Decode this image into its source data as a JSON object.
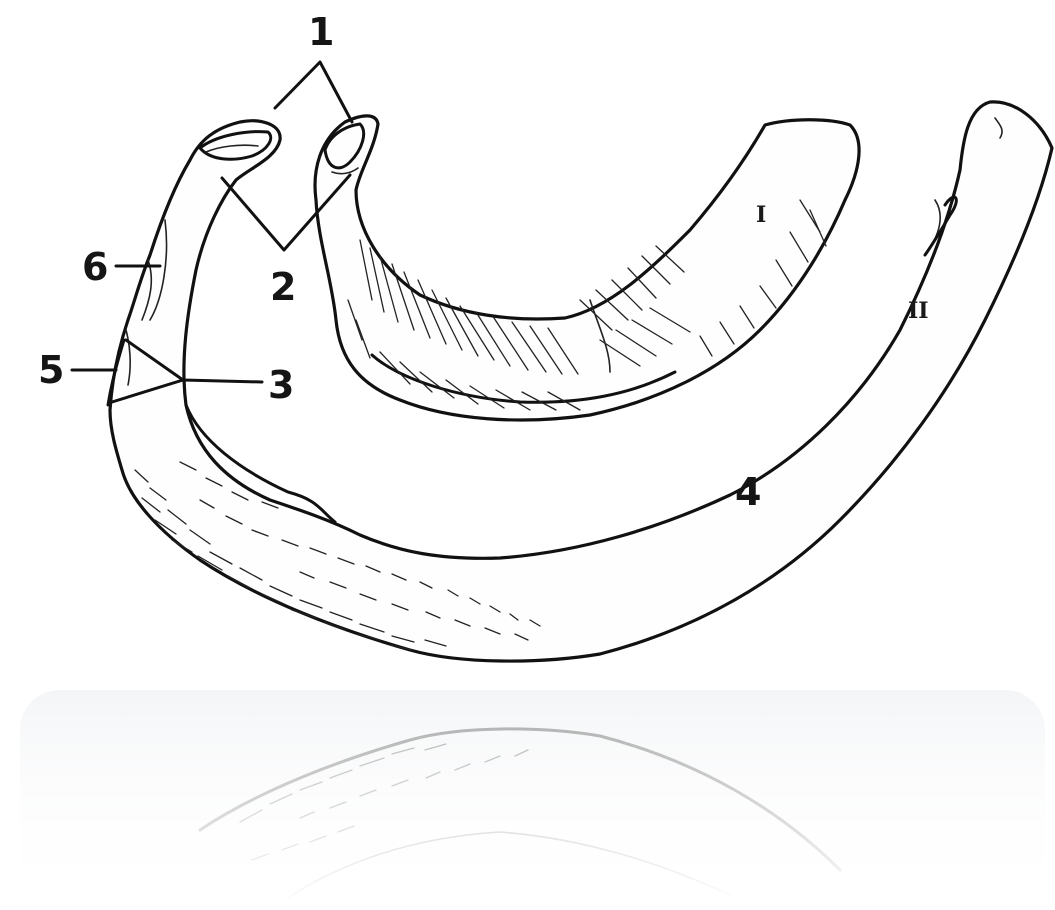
{
  "labels": {
    "l1": "1",
    "l2": "2",
    "l3": "3",
    "l4": "4",
    "l5": "5",
    "l6": "6",
    "rib1": "I",
    "rib2": "II"
  }
}
